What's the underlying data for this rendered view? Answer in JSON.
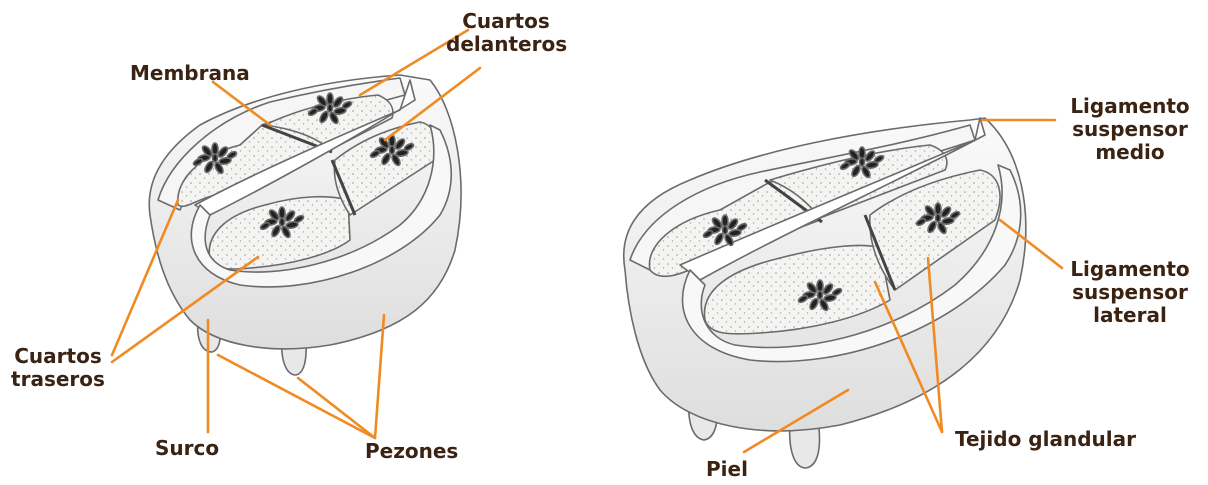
{
  "colors": {
    "leader_line": "#f08a22",
    "label_text": "#3a2313",
    "outline": "#6b6b6b",
    "skin_fill": "#eeeeee",
    "gland_fill": "#f4f4f2",
    "gland_spots": "#222222"
  },
  "left_diagram": {
    "labels": {
      "membrana": "Membrana",
      "cuartos_delanteros": [
        "Cuartos",
        "delanteros"
      ],
      "cuartos_traseros": [
        "Cuartos",
        "traseros"
      ],
      "surco": "Surco",
      "pezones": "Pezones"
    }
  },
  "right_diagram": {
    "labels": {
      "ligamento_medio": [
        "Ligamento",
        "suspensor",
        "medio"
      ],
      "ligamento_lateral": [
        "Ligamento",
        "suspensor",
        "lateral"
      ],
      "tejido_glandular": "Tejido glandular",
      "piel": "Piel"
    }
  }
}
